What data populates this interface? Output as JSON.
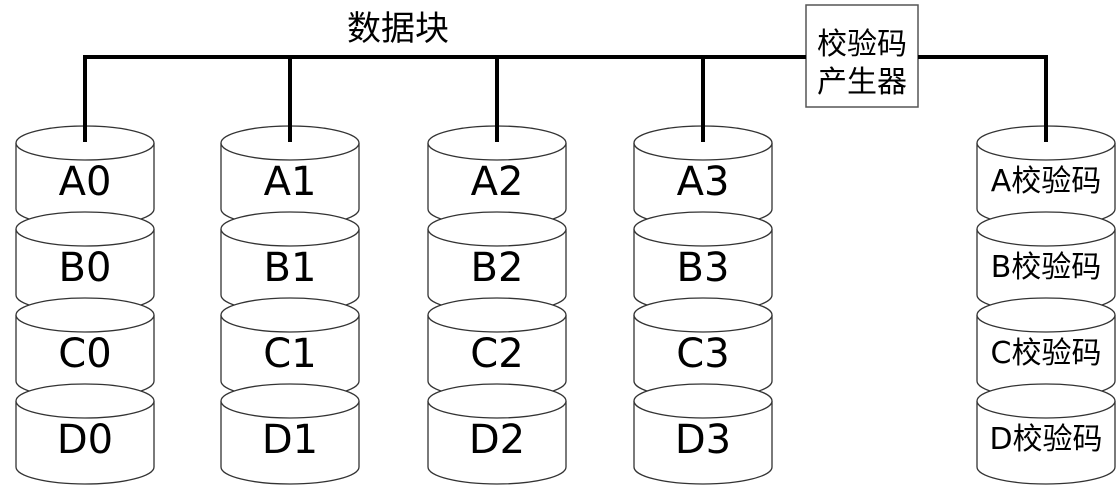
{
  "title": "数据块",
  "generator": {
    "line1": "校验码",
    "line2": "产生器"
  },
  "data_disks": [
    {
      "blocks": [
        "A0",
        "B0",
        "C0",
        "D0"
      ]
    },
    {
      "blocks": [
        "A1",
        "B1",
        "C1",
        "D1"
      ]
    },
    {
      "blocks": [
        "A2",
        "B2",
        "C2",
        "D2"
      ]
    },
    {
      "blocks": [
        "A3",
        "B3",
        "C3",
        "D3"
      ]
    }
  ],
  "parity_disk": {
    "blocks": [
      "A校验码",
      "B校验码",
      "C校验码",
      "D校验码"
    ]
  }
}
